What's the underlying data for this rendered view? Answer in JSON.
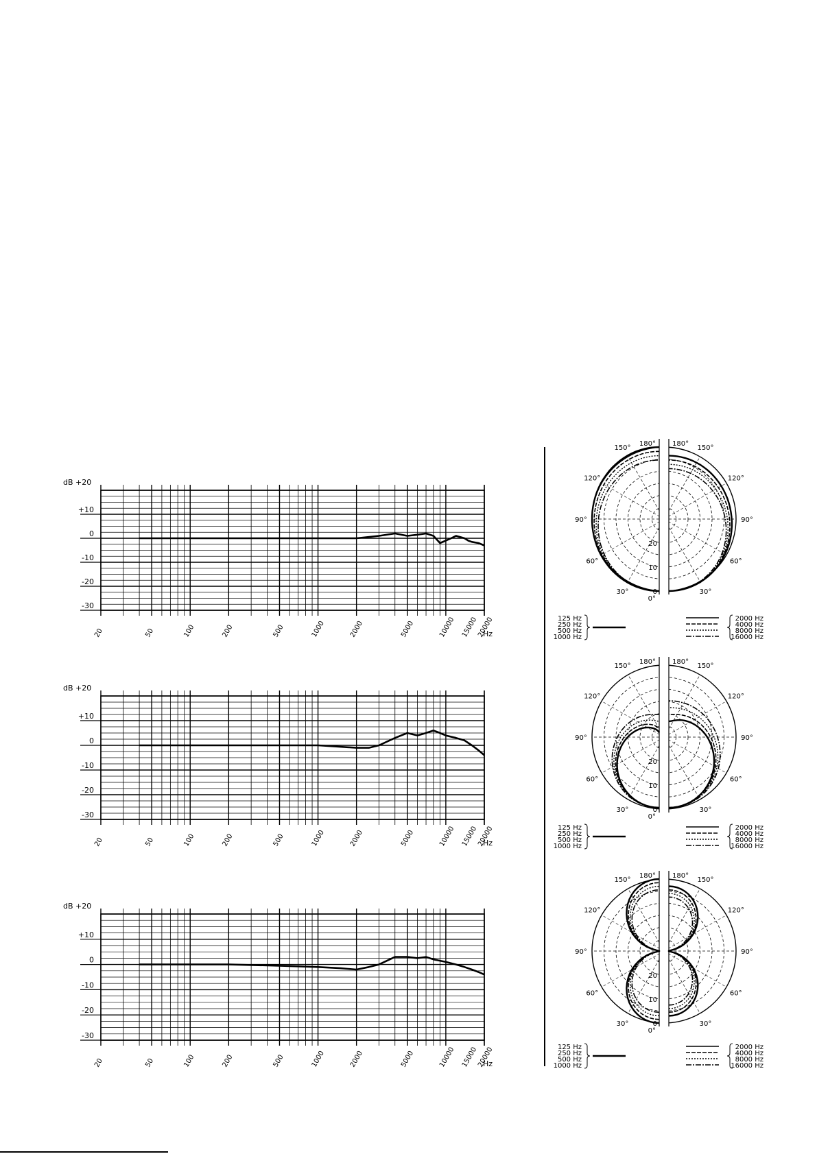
{
  "chart_data": [
    {
      "type": "line",
      "ylim": [
        -30,
        20
      ],
      "yticks": [
        "+10",
        "0",
        "-10",
        "-20",
        "-30"
      ],
      "y_top_label": "dB +20",
      "x_label": "Hz",
      "x_ticks": [
        "20",
        "50",
        "100",
        "200",
        "500",
        "1000",
        "2000",
        "5000",
        "10000",
        "15000",
        "20000"
      ],
      "series": [
        {
          "x": [
            40,
            50,
            70,
            100,
            200,
            500,
            1000,
            2000,
            3000,
            4000,
            5000,
            6000,
            7000,
            8000,
            9000,
            10000,
            11000,
            12000,
            13000,
            14000,
            15000,
            16000,
            18000,
            20000
          ],
          "y": [
            0,
            0,
            0,
            0,
            0,
            0,
            0,
            0,
            1,
            2,
            1,
            1.5,
            2,
            1,
            -2,
            -1,
            0,
            1,
            0.5,
            0,
            -1,
            -1.5,
            -2,
            -3
          ]
        }
      ]
    },
    {
      "type": "line",
      "ylim": [
        -30,
        20
      ],
      "yticks": [
        "+10",
        "0",
        "-10",
        "-20",
        "-30"
      ],
      "y_top_label": "dB +20",
      "x_label": "Hz",
      "x_ticks": [
        "20",
        "50",
        "100",
        "200",
        "500",
        "1000",
        "2000",
        "5000",
        "10000",
        "15000",
        "20000"
      ],
      "series": [
        {
          "x": [
            40,
            50,
            70,
            100,
            200,
            500,
            1000,
            2000,
            2500,
            3000,
            4000,
            5000,
            6000,
            7000,
            8000,
            9000,
            10000,
            12000,
            14000,
            16000,
            18000,
            20000
          ],
          "y": [
            0,
            0,
            0,
            0,
            0,
            0,
            0,
            -1,
            -1,
            0,
            3,
            5,
            4,
            5,
            6,
            5,
            4,
            3,
            2,
            0,
            -2,
            -4
          ]
        }
      ]
    },
    {
      "type": "line",
      "ylim": [
        -30,
        20
      ],
      "yticks": [
        "+10",
        "0",
        "-10",
        "-20",
        "-30"
      ],
      "y_top_label": "dB +20",
      "x_label": "Hz",
      "x_ticks": [
        "20",
        "50",
        "100",
        "200",
        "500",
        "1000",
        "2000",
        "5000",
        "10000",
        "15000",
        "20000"
      ],
      "series": [
        {
          "x": [
            40,
            50,
            70,
            100,
            200,
            500,
            1000,
            1500,
            2000,
            2500,
            3000,
            4000,
            5000,
            6000,
            7000,
            8000,
            10000,
            12000,
            14000,
            16000,
            18000,
            20000
          ],
          "y": [
            0,
            0,
            0,
            0,
            0,
            -0.5,
            -1,
            -1.5,
            -2,
            -1,
            0,
            3,
            3,
            2.5,
            3,
            2,
            1,
            0,
            -1,
            -2,
            -3,
            -4
          ]
        }
      ]
    }
  ],
  "polar": [
    {
      "pattern": "omni",
      "angle_labels": [
        "180°",
        "150°",
        "120°",
        "90°",
        "60°",
        "30°",
        "0°"
      ],
      "ring_labels": [
        "20",
        "10",
        "0"
      ],
      "legend_left": [
        "125 Hz",
        "250 Hz",
        "500 Hz",
        "1000 Hz"
      ],
      "legend_right": [
        "2000 Hz",
        "4000 Hz",
        "8000 Hz",
        "16000 Hz"
      ]
    },
    {
      "pattern": "cardioid",
      "angle_labels": [
        "180°",
        "150°",
        "120°",
        "90°",
        "60°",
        "30°",
        "0°"
      ],
      "ring_labels": [
        "20",
        "10",
        "0"
      ],
      "legend_left": [
        "125 Hz",
        "250 Hz",
        "500 Hz",
        "1000 Hz"
      ],
      "legend_right": [
        "2000 Hz",
        "4000 Hz",
        "8000 Hz",
        "16000 Hz"
      ]
    },
    {
      "pattern": "figure8",
      "angle_labels": [
        "180°",
        "150°",
        "120°",
        "90°",
        "60°",
        "30°",
        "0°"
      ],
      "ring_labels": [
        "20",
        "10",
        "0"
      ],
      "legend_left": [
        "125 Hz",
        "250 Hz",
        "500 Hz",
        "1000 Hz"
      ],
      "legend_right": [
        "2000 Hz",
        "4000 Hz",
        "8000 Hz",
        "16000 Hz"
      ]
    }
  ]
}
